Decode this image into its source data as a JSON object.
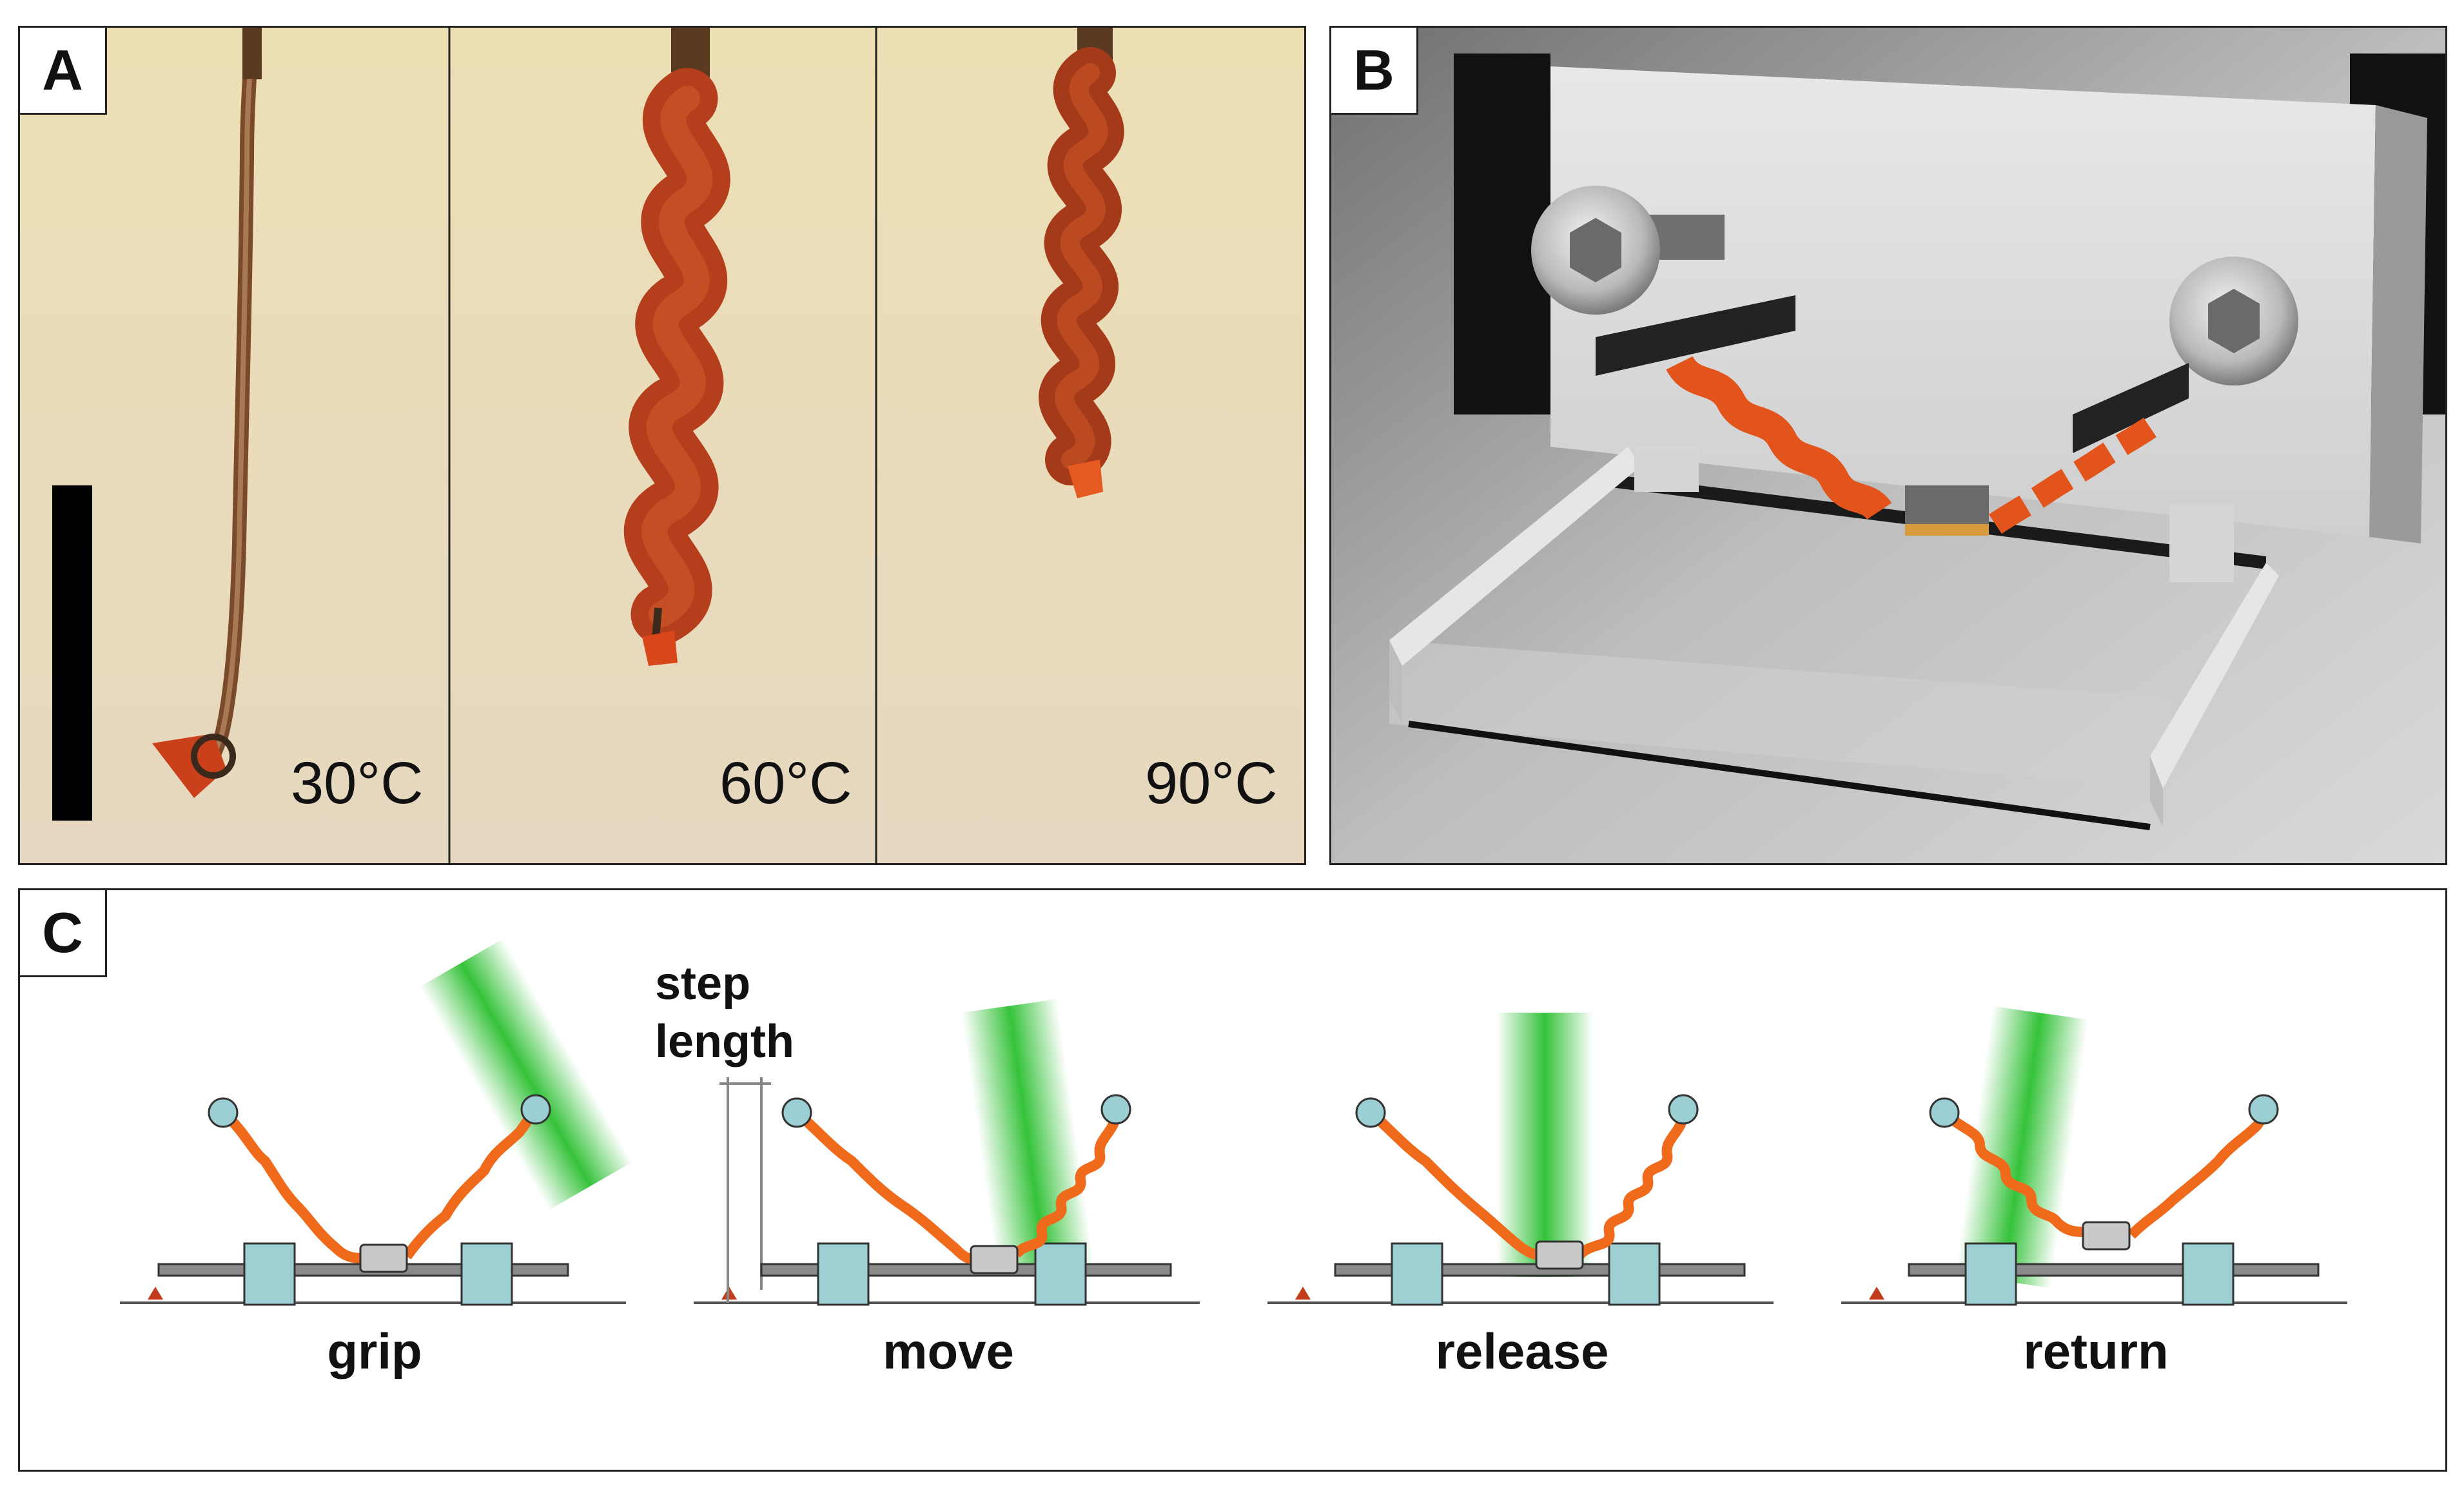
{
  "panel_a": {
    "label": "A",
    "frames": [
      {
        "temperature": "30°C"
      },
      {
        "temperature": "60°C"
      },
      {
        "temperature": "90°C"
      }
    ]
  },
  "panel_b": {
    "label": "B"
  },
  "panel_c": {
    "label": "C",
    "step_length_line1": "step",
    "step_length_line2": "length",
    "stages": [
      "grip",
      "move",
      "release",
      "return"
    ]
  },
  "colors": {
    "coil": "#e2541c",
    "laser": "#35c23a",
    "joint": "#9ccfd3",
    "block": "#9ed0d3",
    "rail": "#8a8a8a"
  }
}
